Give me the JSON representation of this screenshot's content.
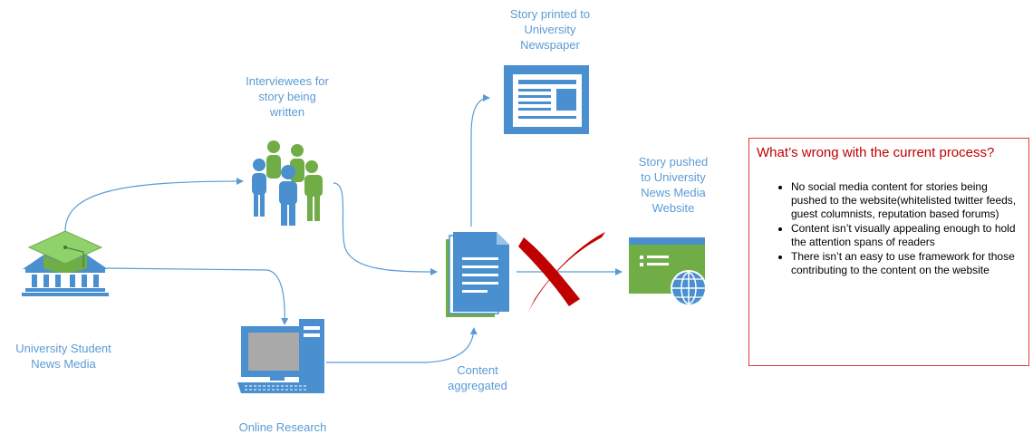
{
  "nodes": {
    "university": {
      "lines": [
        "University Student",
        "News Media"
      ]
    },
    "interviewees": {
      "lines": [
        "Interviewees for",
        "story being",
        "written"
      ]
    },
    "online_research": {
      "lines": [
        "Online Research"
      ]
    },
    "content": {
      "lines": [
        "Content",
        "aggregated"
      ]
    },
    "printed": {
      "lines": [
        "Story printed to",
        "University",
        "Newspaper"
      ]
    },
    "pushed": {
      "lines": [
        "Story pushed",
        "to University",
        "News Media",
        "Website"
      ]
    }
  },
  "panel": {
    "title": "What’s wrong with the current process?",
    "items": [
      "No social media content for stories being pushed to the website(whitelisted twitter feeds, guest columnists, reputation based forums)",
      "Content isn’t visually appealing enough to hold the attention spans of readers",
      "There isn’t an easy to use framework for those contributing to the content on the website"
    ]
  },
  "colors": {
    "label": "#5b9bd5",
    "icon_blue": "#4a8fd0",
    "icon_green": "#70ad47",
    "cross_red": "#c00000",
    "panel_border": "#e03c3c",
    "panel_title": "#c00000"
  }
}
